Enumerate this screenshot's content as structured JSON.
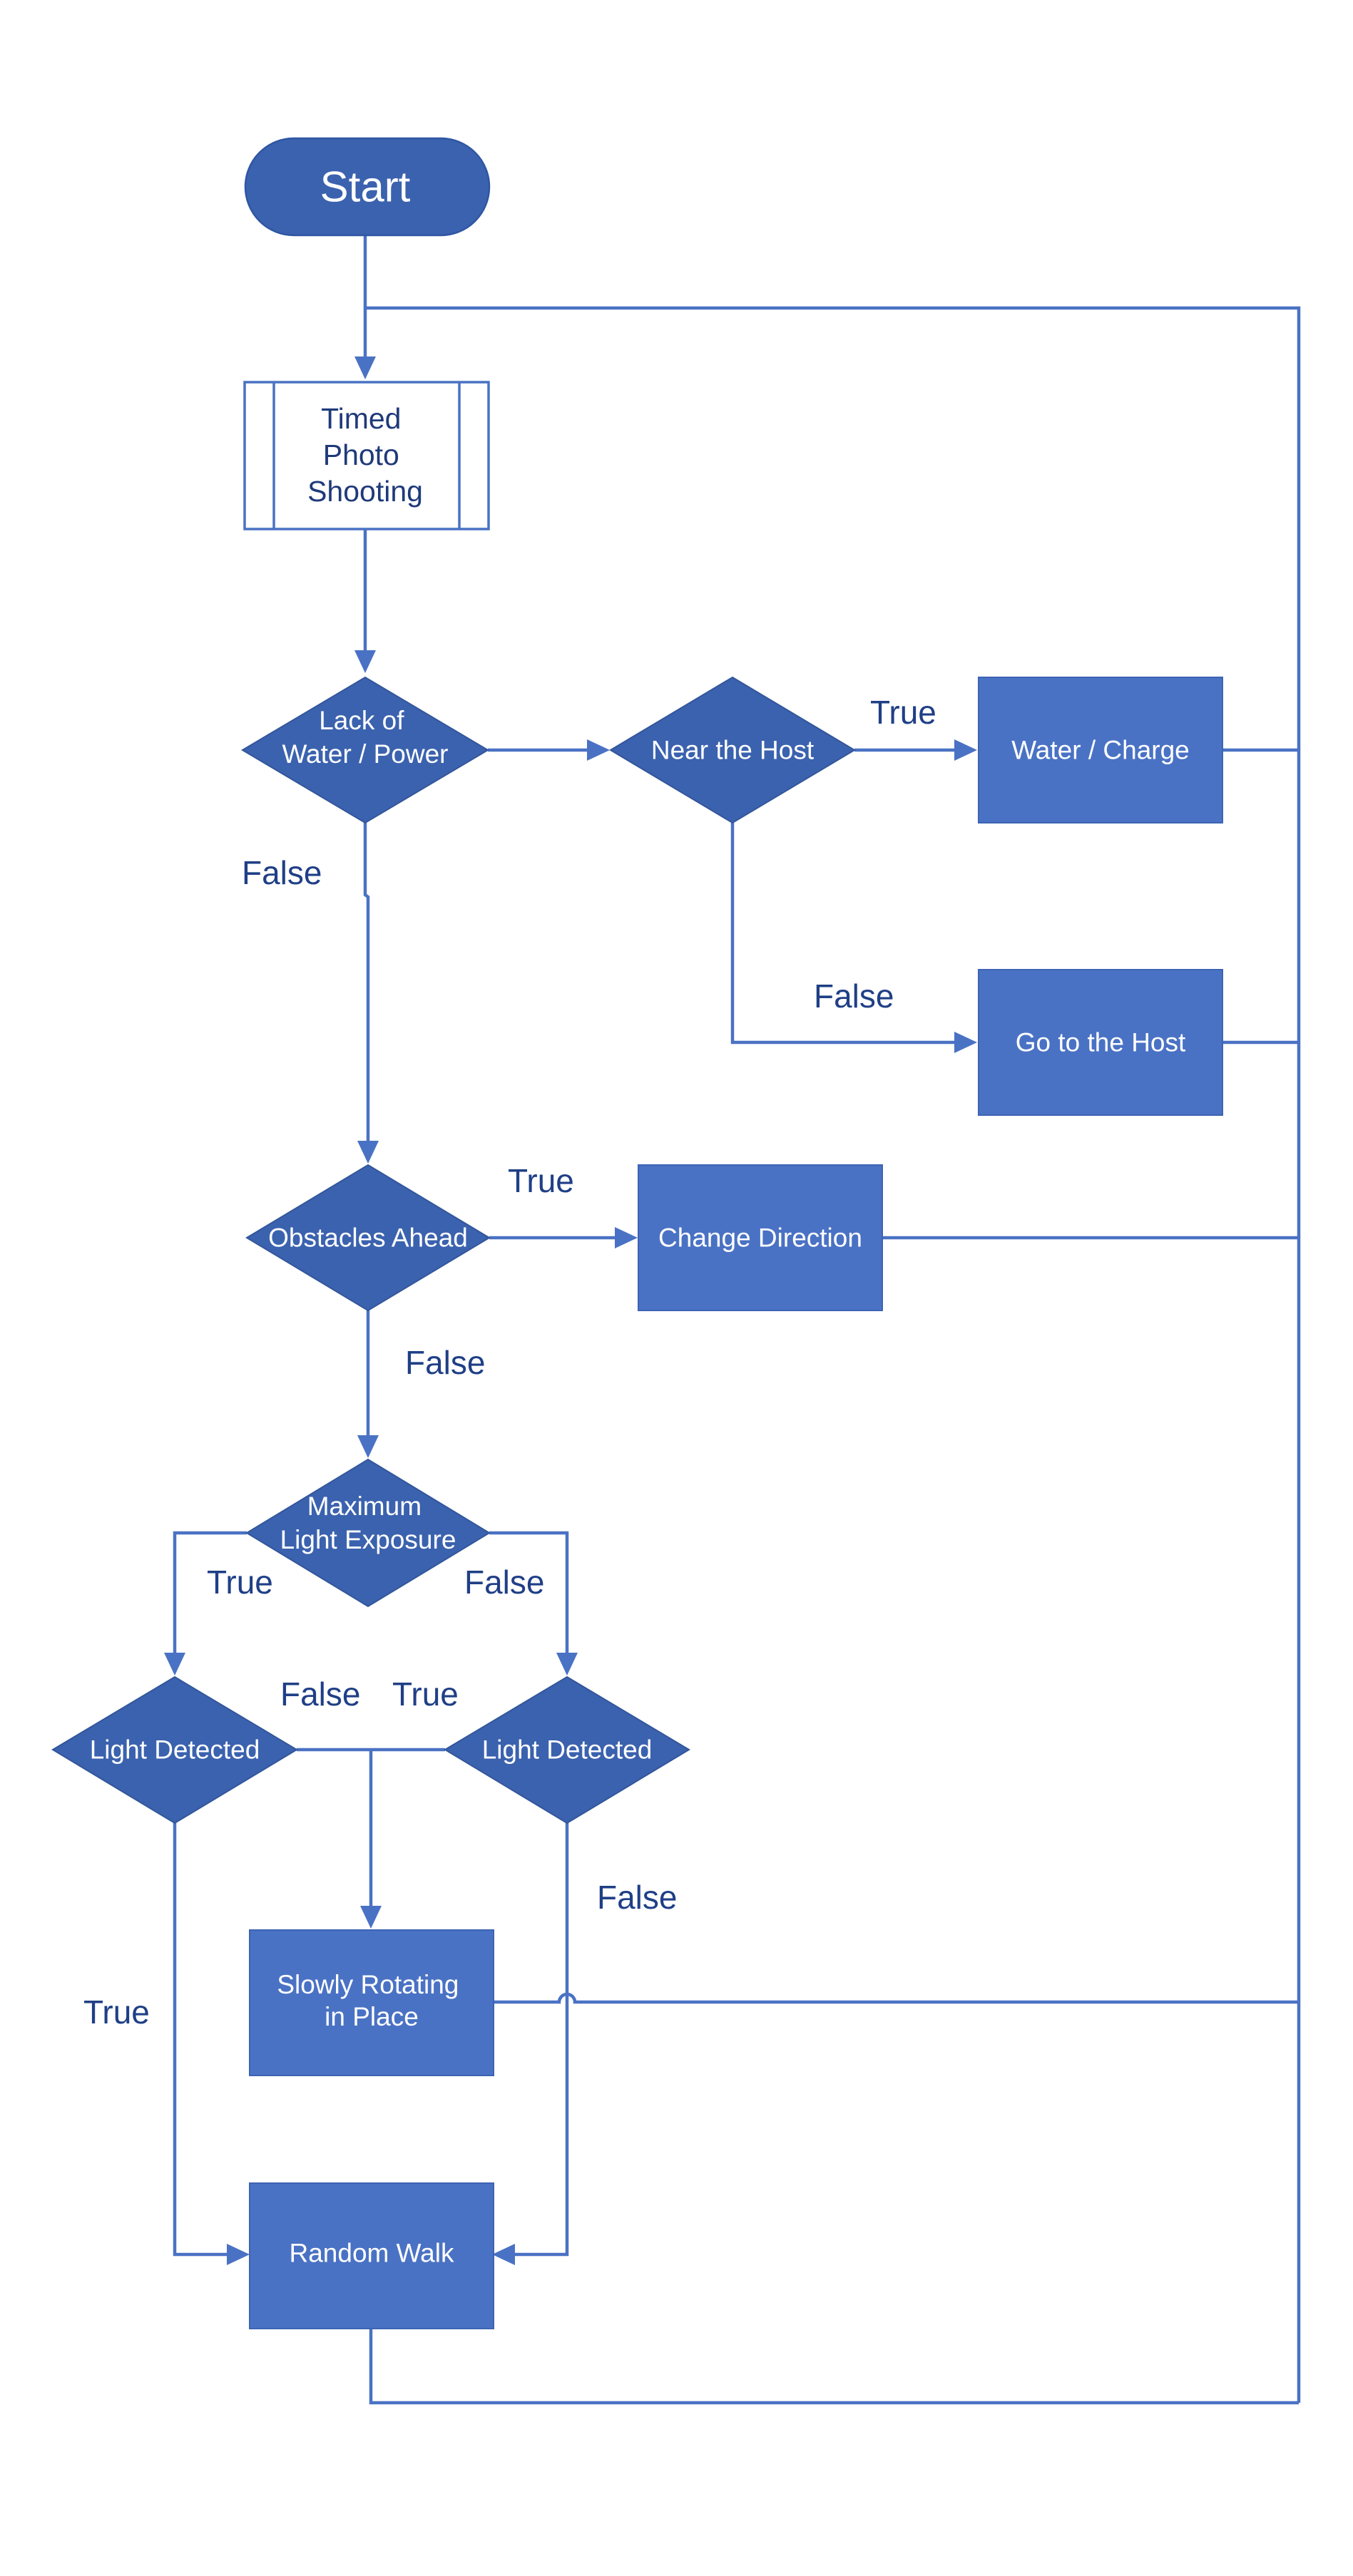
{
  "nodes": {
    "start": "Start",
    "timed_photo": [
      "Timed",
      "Photo",
      "Shooting"
    ],
    "lack_water_power": [
      "Lack of",
      "Water / Power"
    ],
    "near_host": "Near the Host",
    "water_charge": "Water / Charge",
    "go_to_host": "Go to the Host",
    "obstacles_ahead": "Obstacles Ahead",
    "change_direction": "Change Direction",
    "max_light": [
      "Maximum",
      "Light Exposure"
    ],
    "light_detected_left": "Light Detected",
    "light_detected_right": "Light Detected",
    "slow_rotate": [
      "Slowly Rotating",
      "in Place"
    ],
    "random_walk": "Random Walk"
  },
  "edge_labels": {
    "near_host_true": "True",
    "lack_false": "False",
    "near_host_false": "False",
    "obstacles_true": "True",
    "obstacles_false": "False",
    "maxlight_true": "True",
    "maxlight_false": "False",
    "left_light_false": "False",
    "right_light_true": "True",
    "right_light_false": "False",
    "left_light_true": "True"
  }
}
